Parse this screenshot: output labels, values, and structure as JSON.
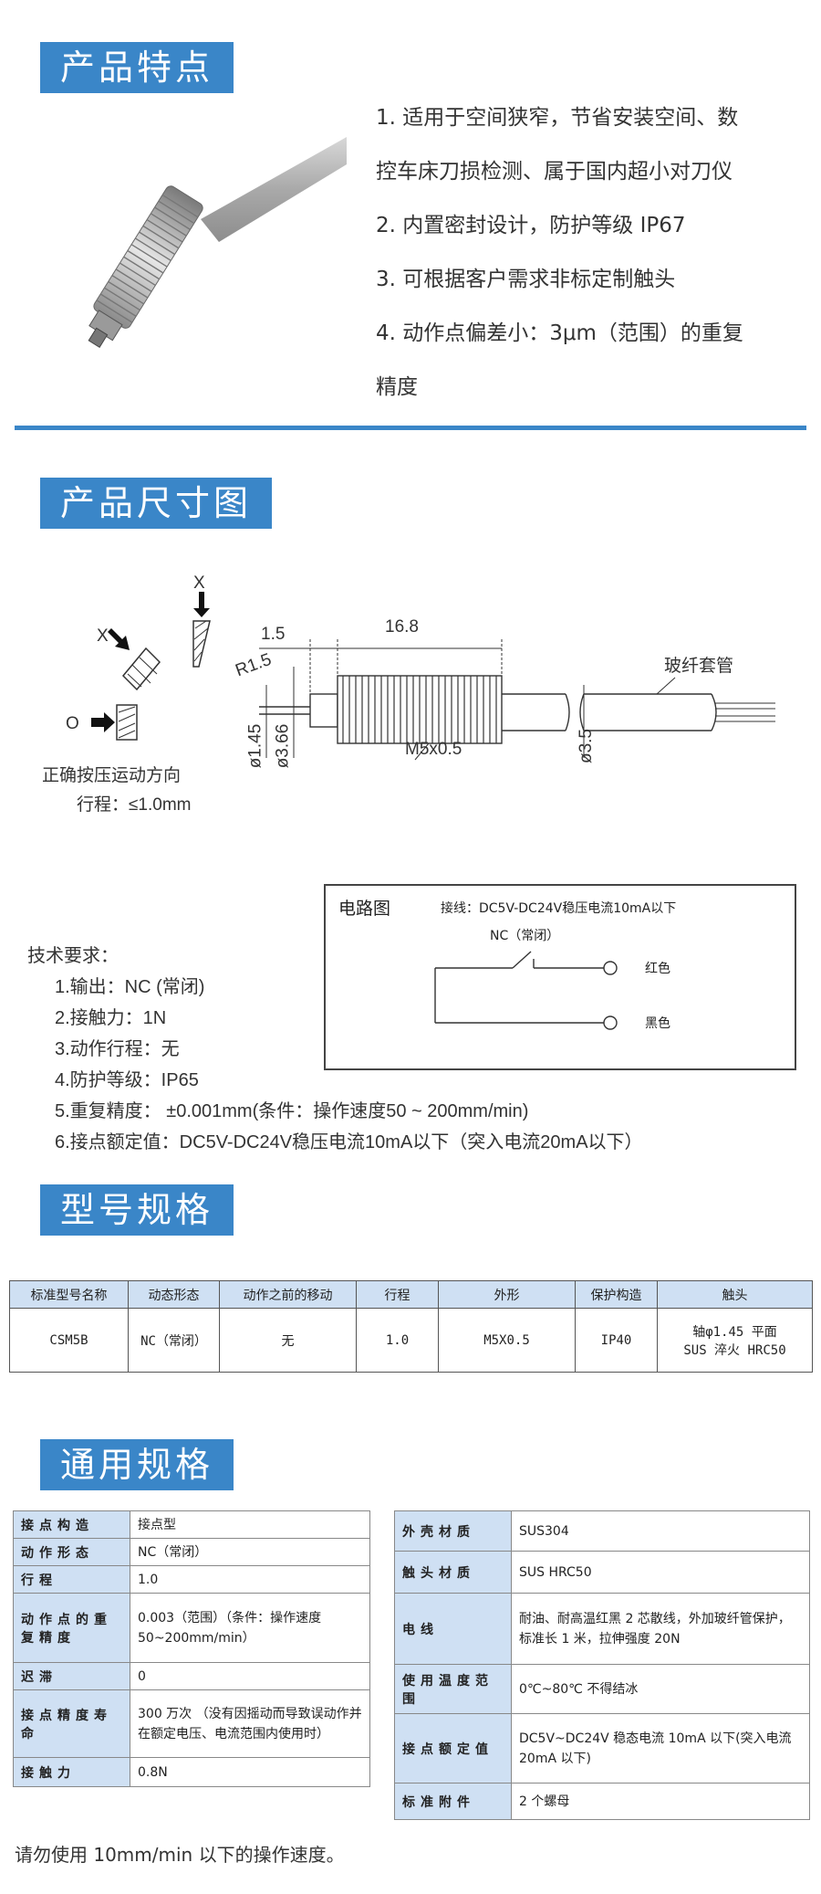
{
  "sections": {
    "features": "产品特点",
    "dimensions": "产品尺寸图",
    "models": "型号规格",
    "general": "通用规格"
  },
  "features": [
    "1. 适用于空间狭窄，节省安装空间、数",
    "控车床刀损检测、属于国内超小对刀仪",
    "2. 内置密封设计，防护等级 IP67",
    "3. 可根据客户需求非标定制触头",
    "4. 动作点偏差小：3μm（范围）的重复",
    "精度"
  ],
  "drawing": {
    "x_label": "X",
    "o_label": "O",
    "direction": "正确按压运动方向",
    "stroke": "行程：≤1.0mm",
    "dim_15": "1.5",
    "dim_168": "16.8",
    "dim_r15": "R1.5",
    "dim_145": "ø1.45",
    "dim_366": "ø3.66",
    "dim_35": "ø3.5",
    "thread": "M5x0.5",
    "sleeve": "玻纤套管"
  },
  "circuit": {
    "title": "电路图",
    "wiring": "接线：DC5V-DC24V稳压电流10mA以下",
    "nc": "NC（常闭）",
    "red": "红色",
    "black": "黑色"
  },
  "tech": {
    "title": "技术要求：",
    "items": [
      "1.输出：NC (常闭)",
      "2.接触力：1N",
      "3.动作行程：无",
      "4.防护等级：IP65",
      "5.重复精度： ±0.001mm(条件：操作速度50 ~ 200mm/min)",
      "6.接点额定值：DC5V-DC24V稳压电流10mA以下（突入电流20mA以下）"
    ]
  },
  "model_table": {
    "headers": [
      "标准型号名称",
      "动态形态",
      "动作之前的移动",
      "行程",
      "外形",
      "保护构造",
      "触头"
    ],
    "row": [
      "CSM5B",
      "NC（常闭）",
      "无",
      "1.0",
      "M5X0.5",
      "IP40",
      "轴φ1.45 平面",
      "SUS 淬火 HRC50"
    ]
  },
  "spec_left": [
    {
      "k": "接点构造",
      "v": "接点型"
    },
    {
      "k": "动作形态",
      "v": "NC（常闭）"
    },
    {
      "k": "行程",
      "v": "1.0"
    },
    {
      "k": "动作点的重复精度",
      "v": "0.003（范围）（条件：操作速度 50~200mm/min）"
    },
    {
      "k": "迟滞",
      "v": "0"
    },
    {
      "k": "接点精度寿命",
      "v": "300 万次 （没有因摇动而导致误动作并在额定电压、电流范围内使用时）"
    },
    {
      "k": "接触力",
      "v": "0.8N"
    }
  ],
  "spec_right": [
    {
      "k": "外壳材质",
      "v": "SUS304"
    },
    {
      "k": "触头材质",
      "v": "SUS HRC50"
    },
    {
      "k": "电线",
      "v": "耐油、耐高温红黑 2 芯散线，外加玻纤管保护，标准长 1 米，拉伸强度 20N"
    },
    {
      "k": "使用温度范围",
      "v": "0℃~80℃ 不得结冰"
    },
    {
      "k": "接点额定值",
      "v": "DC5V~DC24V 稳态电流 10mA 以下(突入电流 20mA 以下)"
    },
    {
      "k": "标准附件",
      "v": "2 个螺母"
    }
  ],
  "note": "请勿使用 10mm/min 以下的操作速度。",
  "colors": {
    "accent": "#3a86c8",
    "table_header": "#cfe0f3"
  }
}
